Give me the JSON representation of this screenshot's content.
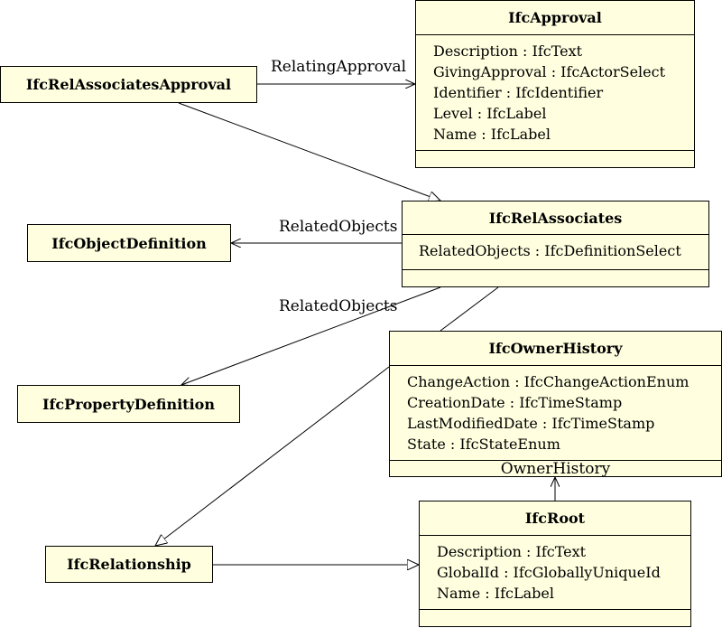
{
  "diagram": {
    "classes": {
      "approval": {
        "name": "IfcApproval",
        "attributes": [
          "Description : IfcText",
          "GivingApproval : IfcActorSelect",
          "Identifier : IfcIdentifier",
          "Level : IfcLabel",
          "Name : IfcLabel"
        ]
      },
      "rel_associates": {
        "name": "IfcRelAssociates",
        "attributes": [
          "RelatedObjects : IfcDefinitionSelect"
        ]
      },
      "owner_history": {
        "name": "IfcOwnerHistory",
        "attributes": [
          "ChangeAction : IfcChangeActionEnum",
          "CreationDate : IfcTimeStamp",
          "LastModifiedDate : IfcTimeStamp",
          "State : IfcStateEnum"
        ]
      },
      "root": {
        "name": "IfcRoot",
        "attributes": [
          "Description : IfcText",
          "GlobalId : IfcGloballyUniqueId",
          "Name : IfcLabel"
        ]
      }
    },
    "simple_classes": {
      "rel_associates_approval": "IfcRelAssociatesApproval",
      "object_definition": "IfcObjectDefinition",
      "property_definition": "IfcPropertyDefinition",
      "relationship": "IfcRelationship"
    },
    "edge_labels": {
      "relating_approval": "RelatingApproval",
      "related_objects_1": "RelatedObjects",
      "related_objects_2": "RelatedObjects",
      "owner_history": "OwnerHistory"
    },
    "colors": {
      "box_fill": "#ffffe0",
      "line": "#000000"
    }
  }
}
